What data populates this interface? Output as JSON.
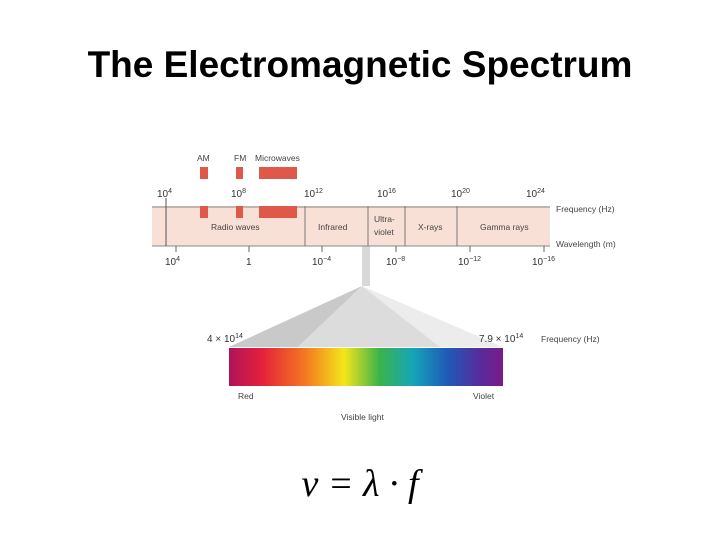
{
  "title": "The Electromagnetic Spectrum",
  "top_labels": {
    "am": "AM",
    "fm": "FM",
    "microwaves": "Microwaves"
  },
  "frequency_ticks": [
    {
      "base": "10",
      "exp": "4"
    },
    {
      "base": "10",
      "exp": "8"
    },
    {
      "base": "10",
      "exp": "12"
    },
    {
      "base": "10",
      "exp": "16"
    },
    {
      "base": "10",
      "exp": "20"
    },
    {
      "base": "10",
      "exp": "24"
    }
  ],
  "wavelength_ticks": [
    {
      "base": "10",
      "exp": "4"
    },
    {
      "base": "1",
      "exp": ""
    },
    {
      "base": "10",
      "exp": "−4"
    },
    {
      "base": "10",
      "exp": "−8"
    },
    {
      "base": "10",
      "exp": "−12"
    },
    {
      "base": "10",
      "exp": "−16"
    }
  ],
  "bands": {
    "radio": "Radio waves",
    "infrared": "Infrared",
    "uv_line1": "Ultra-",
    "uv_line2": "violet",
    "xrays": "X-rays",
    "gamma": "Gamma rays"
  },
  "axis_labels": {
    "frequency": "Frequency (Hz)",
    "wavelength": "Wavelength (m)",
    "frequency_visible": "Frequency (Hz)"
  },
  "visible": {
    "low_freq": "4 × 10",
    "low_exp": "14",
    "high_freq": "7.9 × 10",
    "high_exp": "14",
    "red": "Red",
    "violet": "Violet",
    "caption": "Visible light"
  },
  "formula": "v = λ · f",
  "colors": {
    "band_fill": "#f9e0d6",
    "radio_marks": "#e0584a",
    "funnel_light": "#e6e6e6",
    "funnel_dark": "#c4c4c4"
  }
}
